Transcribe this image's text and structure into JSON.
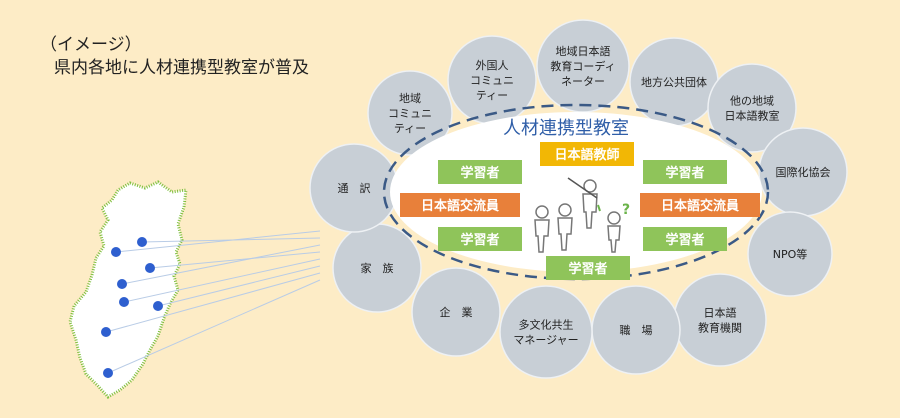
{
  "caption": {
    "line1": "（イメージ）",
    "line2": "県内各地に人材連携型教室が普及"
  },
  "classroom_title": "人材連携型教室",
  "teacher_label": "日本語教師",
  "exchange_label": "日本語交流員",
  "learner_label": "学習者",
  "question_mark": "?",
  "partners": [
    {
      "id": "local-community",
      "lines": [
        "地域",
        "コミュニ",
        "ティー"
      ]
    },
    {
      "id": "foreign-community",
      "lines": [
        "外国人",
        "コミュニ",
        "ティー"
      ]
    },
    {
      "id": "regional-coordinator",
      "lines": [
        "地域日本語",
        "教育コーディ",
        "ネーター"
      ]
    },
    {
      "id": "local-government",
      "lines": [
        "地方公共団体"
      ]
    },
    {
      "id": "other-classrooms",
      "lines": [
        "他の地域",
        "日本語教室"
      ]
    },
    {
      "id": "international-association",
      "lines": [
        "国際化協会"
      ]
    },
    {
      "id": "npo",
      "lines": [
        "NPO等"
      ]
    },
    {
      "id": "education-institution",
      "lines": [
        "日本語",
        "教育機関"
      ]
    },
    {
      "id": "workplace",
      "lines": [
        "職　場"
      ]
    },
    {
      "id": "multicultural-manager",
      "lines": [
        "多文化共生",
        "マネージャー"
      ]
    },
    {
      "id": "company",
      "lines": [
        "企　業"
      ]
    },
    {
      "id": "family",
      "lines": [
        "家　族"
      ]
    },
    {
      "id": "interpreter",
      "lines": [
        "通　訳"
      ]
    }
  ],
  "colors": {
    "background": "#fdecc6",
    "circle": "#c8cfd6",
    "dashed_outline": "#3b5a86",
    "title": "#2f5ea8",
    "teacher_box": "#f2b705",
    "exchange_box": "#e8803a",
    "learner_box": "#8fc45a",
    "map_fill": "#ffffff",
    "map_outline": "#7cbf3e",
    "map_dot": "#2e5fcf",
    "rays": "#b9cce6"
  }
}
